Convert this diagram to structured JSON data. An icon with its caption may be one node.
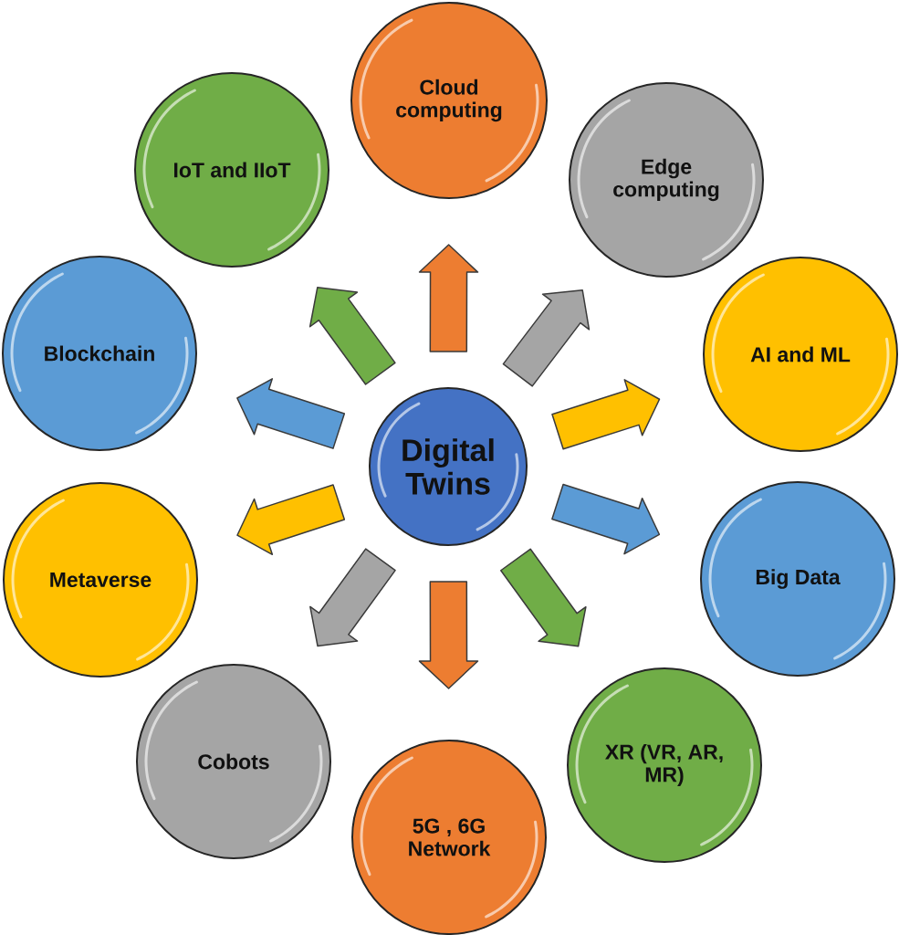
{
  "diagram": {
    "nodes": [
      {
        "text": [
          "Digital Twins"
        ]
      },
      {
        "text": [
          "Cloud computing"
        ]
      },
      {
        "text": [
          "Edge computing"
        ]
      },
      {
        "text": [
          "AI and ML"
        ]
      },
      {
        "text": [
          "Big Data"
        ]
      },
      {
        "text": [
          "XR (VR, AR, MR)"
        ]
      },
      {
        "text": [
          "5G , 6G Network"
        ]
      },
      {
        "text": [
          "Cobots"
        ]
      },
      {
        "text": [
          "Metaverse"
        ]
      },
      {
        "text": [
          "Blockchain"
        ]
      },
      {
        "text": [
          "IoT and IIoT"
        ]
      }
    ],
    "edges": [
      {
        "from": 0,
        "to": 1,
        "arrow": "to",
        "color": "#ed7d31"
      },
      {
        "from": 0,
        "to": 2,
        "arrow": "to",
        "color": "#a5a5a5"
      },
      {
        "from": 0,
        "to": 3,
        "arrow": "to",
        "color": "#ffc000"
      },
      {
        "from": 0,
        "to": 4,
        "arrow": "to",
        "color": "#5b9bd5"
      },
      {
        "from": 0,
        "to": 5,
        "arrow": "to",
        "color": "#70ad47"
      },
      {
        "from": 0,
        "to": 6,
        "arrow": "to",
        "color": "#ed7d31"
      },
      {
        "from": 0,
        "to": 7,
        "arrow": "to",
        "color": "#a5a5a5"
      },
      {
        "from": 0,
        "to": 8,
        "arrow": "to",
        "color": "#ffc000"
      },
      {
        "from": 0,
        "to": 9,
        "arrow": "to",
        "color": "#5b9bd5"
      },
      {
        "from": 0,
        "to": 10,
        "arrow": "to",
        "color": "#70ad47"
      }
    ]
  }
}
